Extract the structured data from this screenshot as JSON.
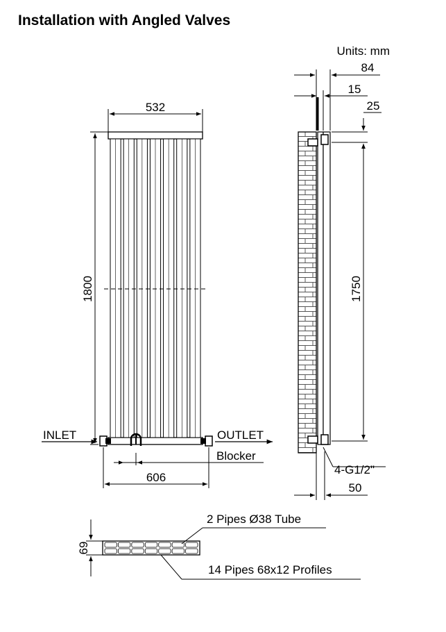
{
  "title": "Installation with Angled Valves",
  "units": "Units: mm",
  "front_view": {
    "width_label": "532",
    "height_label": "1800",
    "inlet_label": "INLET",
    "outlet_label": "OUTLET",
    "blocker_label": "Blocker",
    "centers_label": "606",
    "profile_count": 7
  },
  "side_view": {
    "depth_label": "84",
    "gap_label": "15",
    "top_offset_label": "25",
    "bracket_height_label": "1750",
    "connection_label": "4-G1/2\"",
    "wall_offset_label": "50"
  },
  "section_view": {
    "depth_label": "69",
    "tube_label": "2 Pipes Ø38 Tube",
    "profiles_label": "14 Pipes 68x12 Profiles"
  }
}
